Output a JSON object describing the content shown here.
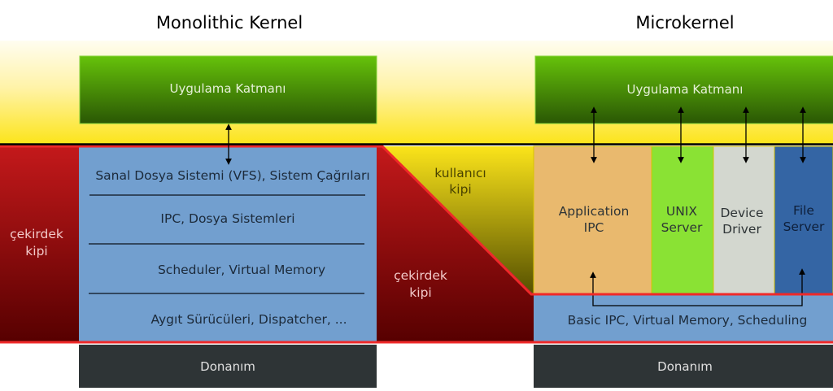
{
  "titles": {
    "monolithic": "Monolithic Kernel",
    "microkernel": "Microkernel"
  },
  "monolithic": {
    "application_layer": "Uygulama Katmanı",
    "kernel_mode_label": [
      "çekirdek",
      "kipi"
    ],
    "kernel_layers": [
      "Sanal Dosya Sistemi (VFS), Sistem Çağrıları",
      "IPC, Dosya Sistemleri",
      "Scheduler, Virtual Memory",
      "Aygıt Sürücüleri, Dispatcher, ..."
    ],
    "hardware": "Donanım"
  },
  "transition": {
    "user_mode_label": [
      "kullanıcı",
      "kipi"
    ],
    "kernel_mode_label": [
      "çekirdek",
      "kipi"
    ]
  },
  "microkernel": {
    "application_layer": "Uygulama Katmanı",
    "servers": [
      {
        "name": [
          "Application",
          "IPC"
        ],
        "color": "#e9b96e"
      },
      {
        "name": [
          "UNIX",
          "Server"
        ],
        "color": "#8ae234"
      },
      {
        "name": [
          "Device",
          "Driver"
        ],
        "color": "#d3d7cf"
      },
      {
        "name": [
          "File",
          "Server"
        ],
        "color": "#3465a4"
      }
    ],
    "kernel": "Basic IPC, Virtual Memory, Scheduling",
    "hardware": "Donanım"
  },
  "colors": {
    "kernel_blue": "#729fcf",
    "hardware": "#2e3436",
    "boundary_red": "#ef2929",
    "green_top": "#66c20a",
    "green_bottom": "#2a5704"
  }
}
